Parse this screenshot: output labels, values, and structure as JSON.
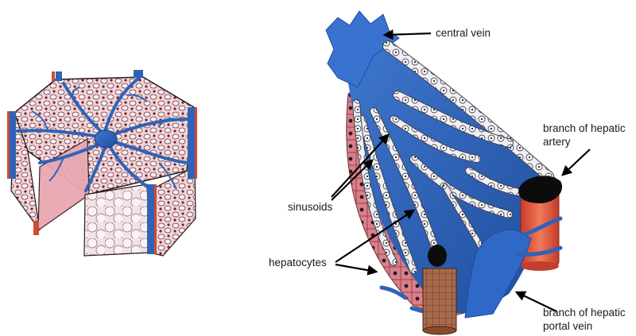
{
  "labels": {
    "central_vein": "central vein",
    "branch_hepatic_artery_1": "branch of hepatic",
    "branch_hepatic_artery_2": "artery",
    "sinusoids": "sinusoids",
    "hepatocytes": "hepatocytes",
    "branch_portal_vein_1": "branch of hepatic",
    "branch_portal_vein_2": "portal vein"
  },
  "colors": {
    "vessel_blue": "#2f63b8",
    "artery_red": "#e0523a",
    "tissue_pink": "#e8b9bf",
    "hepatocyte_pink": "#d98088",
    "bile_duct_brown": "#9a5a3c",
    "arrow": "#000000"
  }
}
